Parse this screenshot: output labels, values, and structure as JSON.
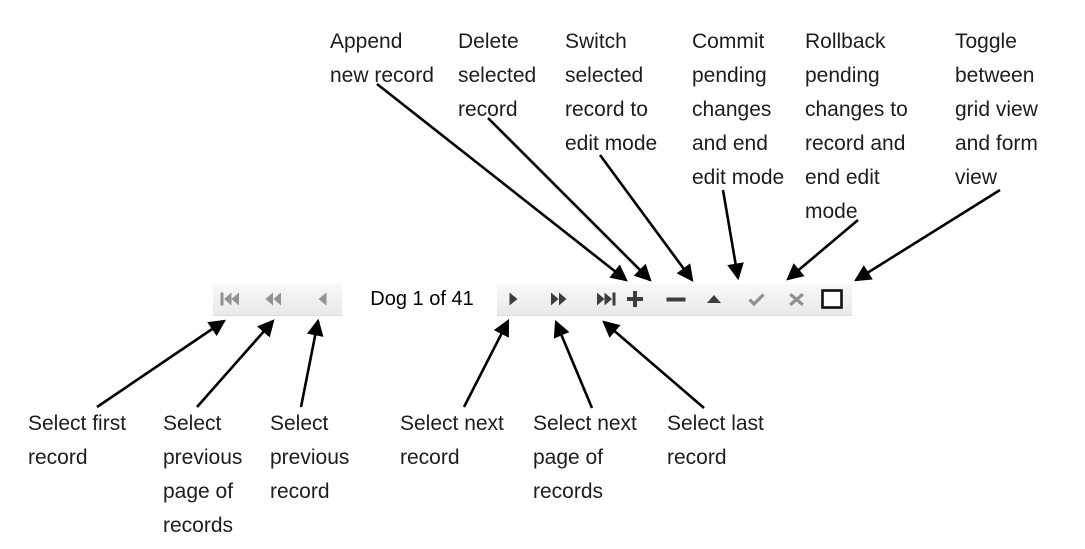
{
  "navigator": {
    "record_indicator": "Dog 1 of 41",
    "colors": {
      "icon_disabled": "#929292",
      "icon_enabled": "#3d3d3d",
      "icon_muted": "#8f8f8f",
      "icon_toggle": "#111111",
      "strip_top": "#f8f8f8",
      "strip_bottom": "#e9e9e9",
      "strip_edge": "#dddddd",
      "text": "#1d1d1d",
      "arrow": "#000000",
      "bg": "#ffffff"
    },
    "buttons": [
      {
        "id": "select-first-record",
        "icon": "first-record-icon",
        "state": "disabled"
      },
      {
        "id": "select-previous-page",
        "icon": "previous-page-icon",
        "state": "disabled"
      },
      {
        "id": "select-previous-record",
        "icon": "previous-record-icon",
        "state": "disabled"
      },
      {
        "id": "select-next-record",
        "icon": "next-record-icon",
        "state": "enabled"
      },
      {
        "id": "select-next-page",
        "icon": "next-page-icon",
        "state": "enabled"
      },
      {
        "id": "select-last-record",
        "icon": "last-record-icon",
        "state": "enabled"
      },
      {
        "id": "append-record",
        "icon": "plus-icon",
        "state": "enabled"
      },
      {
        "id": "delete-record",
        "icon": "minus-icon",
        "state": "enabled"
      },
      {
        "id": "edit-record",
        "icon": "up-triangle-icon",
        "state": "enabled"
      },
      {
        "id": "commit-changes",
        "icon": "check-icon",
        "state": "muted"
      },
      {
        "id": "rollback-changes",
        "icon": "x-icon",
        "state": "muted"
      },
      {
        "id": "toggle-view",
        "icon": "square-icon",
        "state": "toggle"
      }
    ]
  },
  "annotations": {
    "top": [
      {
        "id": "append",
        "text": "Append\nnew record"
      },
      {
        "id": "delete",
        "text": "Delete\nselected\nrecord"
      },
      {
        "id": "switch_edit",
        "text": "Switch\nselected\nrecord to\nedit mode"
      },
      {
        "id": "commit",
        "text": "Commit\npending\nchanges\nand end\nedit mode"
      },
      {
        "id": "rollback",
        "text": "Rollback\npending\nchanges to\nrecord and\nend edit\nmode"
      },
      {
        "id": "toggle",
        "text": "Toggle\nbetween\ngrid view\nand form\nview"
      }
    ],
    "bottom": [
      {
        "id": "select_first",
        "text": "Select first\nrecord"
      },
      {
        "id": "select_prev_page",
        "text": "Select\nprevious\npage of\nrecords"
      },
      {
        "id": "select_prev",
        "text": "Select\nprevious\nrecord"
      },
      {
        "id": "select_next",
        "text": "Select next\nrecord"
      },
      {
        "id": "select_next_page",
        "text": "Select next\npage of\nrecords"
      },
      {
        "id": "select_last",
        "text": "Select last\nrecord"
      }
    ]
  }
}
